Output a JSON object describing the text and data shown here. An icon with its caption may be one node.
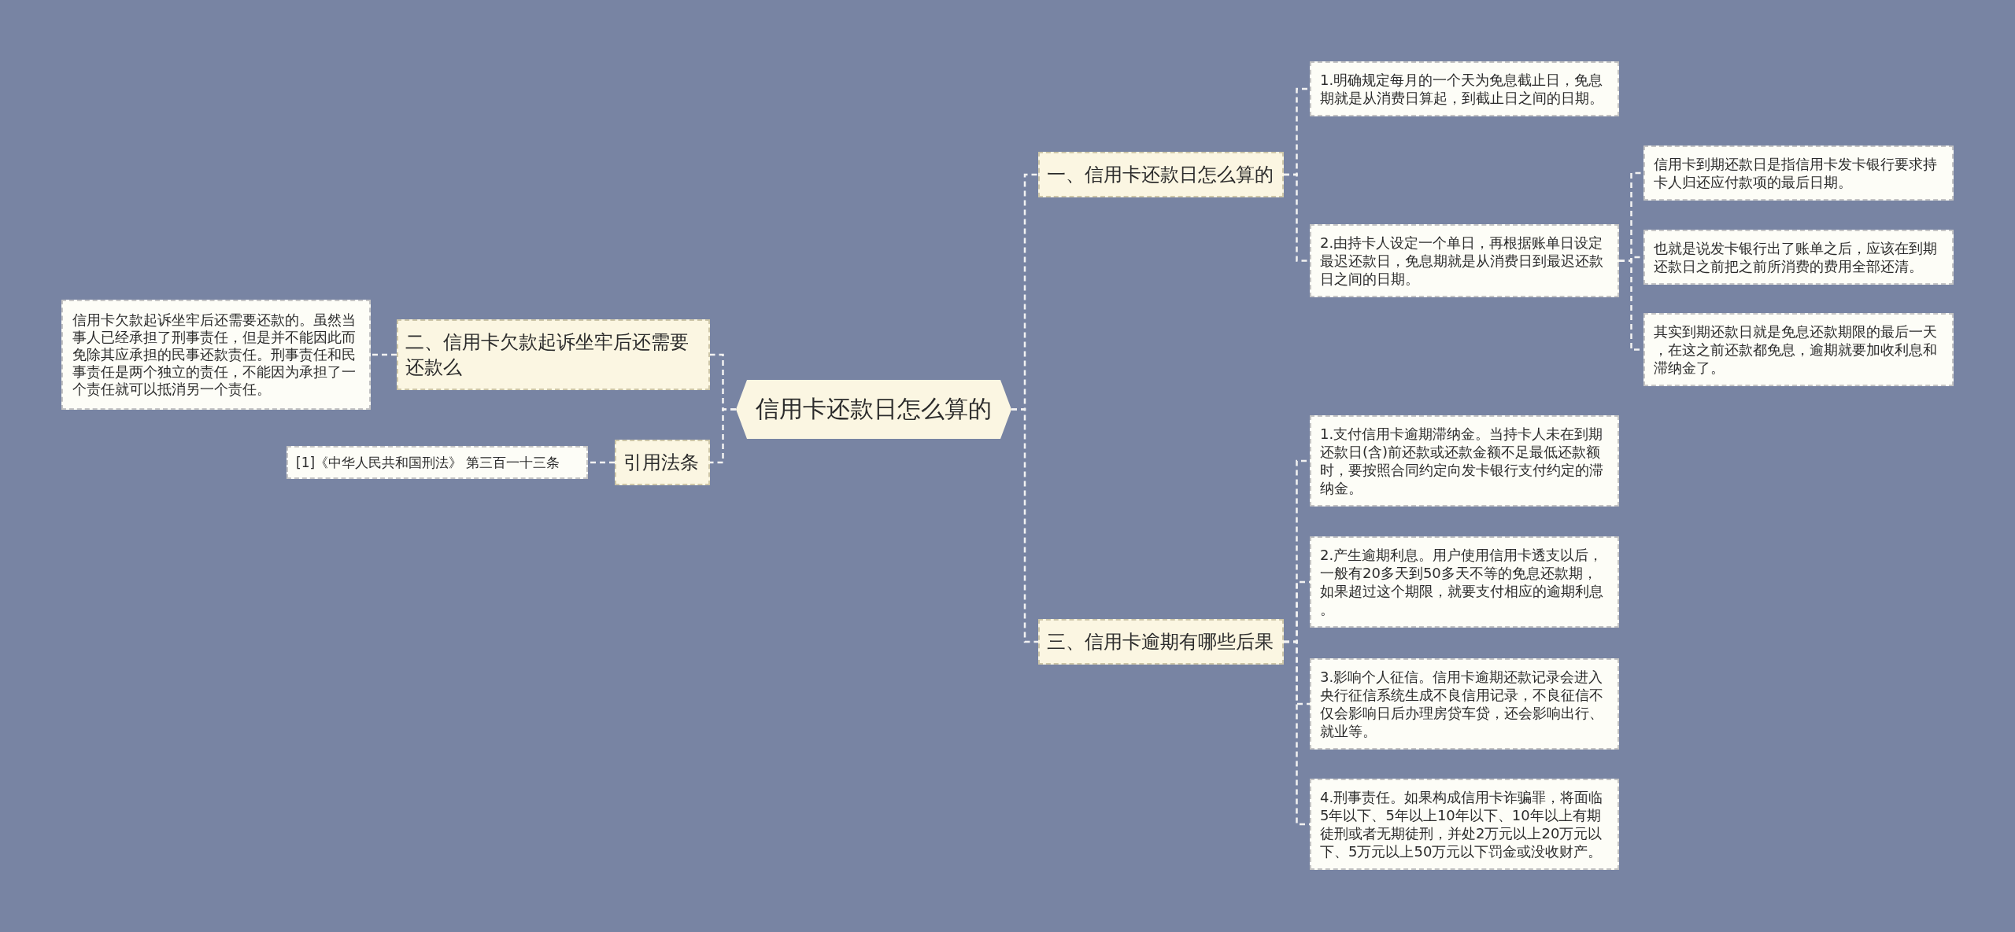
{
  "diagram": {
    "nodes": [
      {
        "text": [
          "信用卡还款日怎么算的"
        ]
      },
      {
        "text": [
          "一、信用卡还款日怎么算的"
        ]
      },
      {
        "text": [
          "1.明确规定每月的一个天为免息截止日，免息期就是从消费日算起，到截止日之间的日期。"
        ]
      },
      {
        "text": [
          "2.由持卡人设定一个单日，再根据账单日设定最迟还款日，免息期就是从消费日到最迟还款日之间的日期。"
        ]
      },
      {
        "text": [
          "信用卡到期还款日是指信用卡发卡银行要求持卡人归还应付款项的最后日期。"
        ]
      },
      {
        "text": [
          "也就是说发卡银行出了账单之后，应该在到期还款日之前把之前所消费的费用全部还清。"
        ]
      },
      {
        "text": [
          "其实到期还款日就是免息还款期限的最后一天，在这之前还款都免息，逾期就要加收利息和滞纳金了。"
        ]
      },
      {
        "text": [
          "三、信用卡逾期有哪些后果"
        ]
      },
      {
        "text": [
          "1.支付信用卡逾期滞纳金。当持卡人未在到期还款日(含)前还款或还款金额不足最低还款额时，要按照合同约定向发卡银行支付约定的滞纳金。"
        ]
      },
      {
        "text": [
          "2.产生逾期利息。用户使用信用卡透支以后，一般有20多天到50多天不等的免息还款期，如果超过这个期限，就要支付相应的逾期利息。"
        ]
      },
      {
        "text": [
          "3.影响个人征信。信用卡逾期还款记录会进入央行征信系统生成不良信用记录，不良征信不仅会影响日后办理房贷车贷，还会影响出行、就业等。"
        ]
      },
      {
        "text": [
          "4.刑事责任。如果构成信用卡诈骗罪，将面临5年以下、5年以上10年以下、10年以上有期徒刑或者无期徒刑，并处2万元以上20万元以下、5万元以上50万元以下罚金或没收财产。"
        ]
      },
      {
        "text": [
          "二、信用卡欠款起诉坐牢后还需要还款么"
        ]
      },
      {
        "text": [
          "信用卡欠款起诉坐牢后还需要还款的。虽然当事人已经承担了刑事责任，但是并不能因此而免除其应承担的民事还款责任。刑事责任和民事责任是两个独立的责任，不能因为承担了一个责任就可以抵消另一个责任。"
        ]
      },
      {
        "text": [
          "引用法条"
        ]
      },
      {
        "text": [
          "[1]《中华人民共和国刑法》 第三百一十三条"
        ]
      }
    ],
    "edges": [
      {
        "from": 0,
        "to": 1,
        "arrow": "none",
        "style": "dashed"
      },
      {
        "from": 1,
        "to": 2,
        "arrow": "none",
        "style": "dashed"
      },
      {
        "from": 1,
        "to": 3,
        "arrow": "none",
        "style": "dashed"
      },
      {
        "from": 3,
        "to": 4,
        "arrow": "none",
        "style": "dashed"
      },
      {
        "from": 3,
        "to": 5,
        "arrow": "none",
        "style": "dashed"
      },
      {
        "from": 3,
        "to": 6,
        "arrow": "none",
        "style": "dashed"
      },
      {
        "from": 0,
        "to": 7,
        "arrow": "none",
        "style": "dashed"
      },
      {
        "from": 7,
        "to": 8,
        "arrow": "none",
        "style": "dashed"
      },
      {
        "from": 7,
        "to": 9,
        "arrow": "none",
        "style": "dashed"
      },
      {
        "from": 7,
        "to": 10,
        "arrow": "none",
        "style": "dashed"
      },
      {
        "from": 7,
        "to": 11,
        "arrow": "none",
        "style": "dashed"
      },
      {
        "from": 0,
        "to": 12,
        "arrow": "none",
        "style": "dashed"
      },
      {
        "from": 12,
        "to": 13,
        "arrow": "none",
        "style": "dashed"
      },
      {
        "from": 0,
        "to": 14,
        "arrow": "none",
        "style": "dashed"
      },
      {
        "from": 14,
        "to": 15,
        "arrow": "none",
        "style": "dashed"
      }
    ]
  }
}
